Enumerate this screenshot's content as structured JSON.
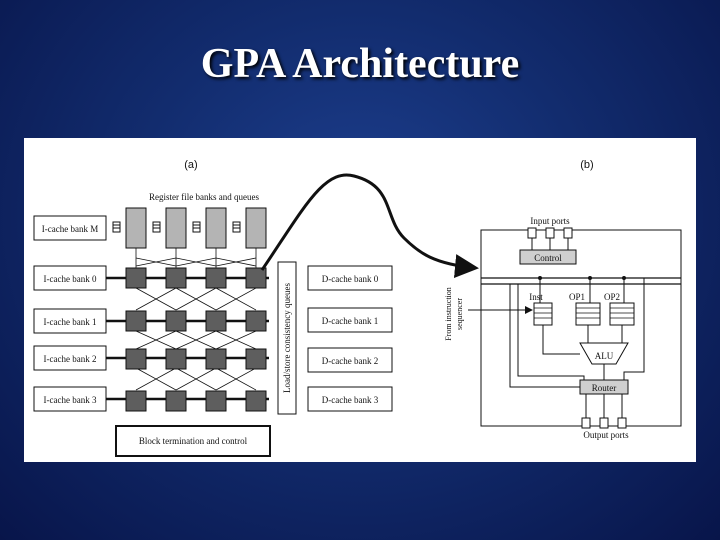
{
  "slide": {
    "title": "GPA Architecture"
  },
  "figure_a": {
    "label": "(a)",
    "register_file_title": "Register file banks and queues",
    "icache_banks": [
      "I-cache bank M",
      "I-cache bank 0",
      "I-cache bank 1",
      "I-cache bank 2",
      "I-cache bank 3"
    ],
    "lsq_label": "Load/store consistency queues",
    "dcache_banks": [
      "D-cache bank 0",
      "D-cache bank 1",
      "D-cache bank 2",
      "D-cache bank 3"
    ],
    "block_control": "Block termination and control"
  },
  "figure_b": {
    "label": "(b)",
    "input_ports": "Input ports",
    "control": "Control",
    "sequencer_label_1": "From instruction",
    "sequencer_label_2": "sequencer",
    "inst": "Inst",
    "op1": "OP1",
    "op2": "OP2",
    "alu": "ALU",
    "router": "Router",
    "output_ports": "Output ports"
  },
  "colors": {
    "background": "#122c6e",
    "title_text": "#ffffff",
    "panel": "#ffffff",
    "node_fill": "#5e5e5e",
    "register_fill": "#b4b4b4",
    "router_fill": "#cfcfcf"
  }
}
